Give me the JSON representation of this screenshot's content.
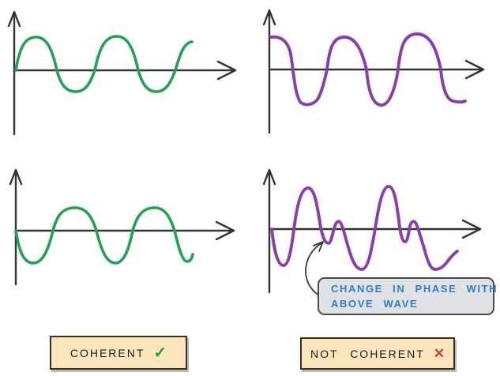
{
  "figure": {
    "type": "hand-drawn wave coherence diagram",
    "columns": [
      {
        "verdict": "COHERENT",
        "mark": "✓",
        "waves": [
          {
            "position": "top-left",
            "color_key": "green_wave",
            "shape": "periodic flattened sine, about 2.5 cycles, starts at zero rising, constant phase"
          },
          {
            "position": "bottom-left",
            "color_key": "green_wave",
            "shape": "periodic flattened sine, about 2.5 cycles, starts at zero falling, constant phase offset from top wave"
          }
        ]
      },
      {
        "verdict": "NOT COHERENT",
        "mark": "✕",
        "waves": [
          {
            "position": "top-right",
            "color_key": "purple_wave",
            "shape": "periodic flattened sine, about 3 cycles, starts at maximum, constant phase"
          },
          {
            "position": "bottom-right",
            "color_key": "purple_wave",
            "shape": "irregular wave whose amplitude and phase change along its length"
          }
        ]
      }
    ]
  },
  "annotation": {
    "line1": "CHANGE IN PHASE WITH",
    "line2": "ABOVE WAVE"
  },
  "labels": {
    "coherent": "COHERENT",
    "coherent_mark": "✓",
    "not_coherent": "NOT COHERENT",
    "not_coherent_mark": "✕"
  },
  "colors": {
    "green_wave": "#21a352",
    "purple_wave": "#8c3caf",
    "axis": "#333333",
    "annotation_text": "#2e7ec5",
    "annotation_box_bg": "#e0e1e4",
    "annotation_box_border": "#4a4a4a",
    "label_box_bg": "#fce4bd",
    "label_box_border": "#35301f",
    "check_mark": "#1da24d",
    "cross_mark": "#d23a2e",
    "background": "#ffffff"
  }
}
